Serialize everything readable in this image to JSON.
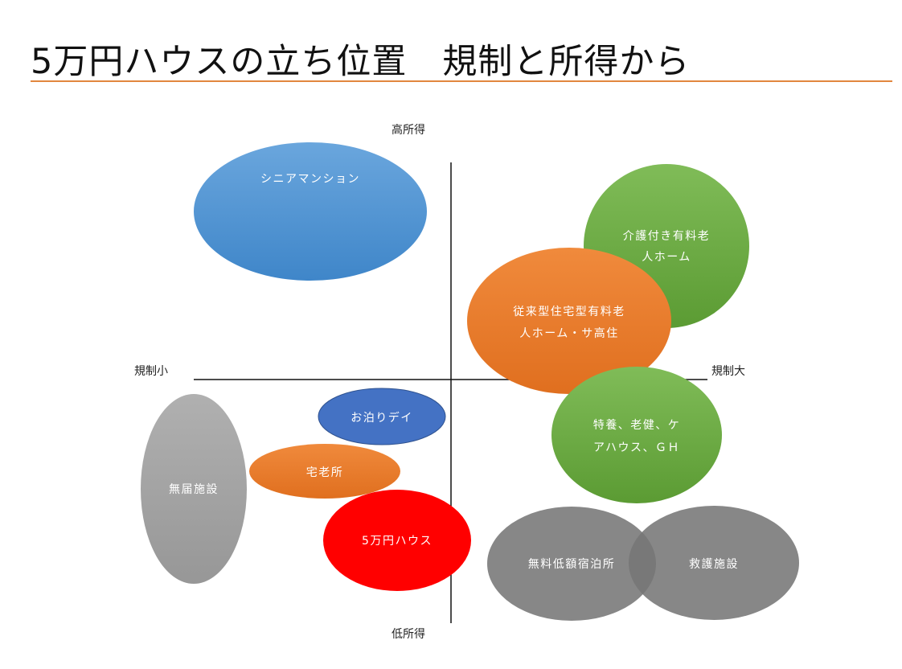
{
  "title": "5万円ハウスの立ち位置　規制と所得から",
  "axes": {
    "top": "高所得",
    "bottom": "低所得",
    "left": "規制小",
    "right": "規制大"
  },
  "bubbles": [
    {
      "id": "senior-mansion",
      "lines": [
        "シニアマンション"
      ],
      "color": "#5b9bd5"
    },
    {
      "id": "kaigo-yuryo",
      "lines": [
        "介護付き有料老",
        "人ホーム"
      ],
      "color": "#70ad47"
    },
    {
      "id": "juraigata",
      "lines": [
        "従来型住宅型有料老",
        "人ホーム・サ高住"
      ],
      "color": "#ed7d31"
    },
    {
      "id": "tokuyo",
      "lines": [
        "特養、老健、ケ",
        "アハウス、ＧＨ"
      ],
      "color": "#70ad47"
    },
    {
      "id": "otomari-day",
      "lines": [
        "お泊りデイ"
      ],
      "color": "#4472c4"
    },
    {
      "id": "takurosho",
      "lines": [
        "宅老所"
      ],
      "color": "#ed7d31"
    },
    {
      "id": "mutodoke",
      "lines": [
        "無届施設"
      ],
      "color": "#a5a5a5"
    },
    {
      "id": "goman-house",
      "lines": [
        "5万円ハウス"
      ],
      "color": "#ff0000"
    },
    {
      "id": "muryo-teigaku",
      "lines": [
        "無料低額宿泊所"
      ],
      "color": "#767676"
    },
    {
      "id": "kyugo",
      "lines": [
        "救護施設"
      ],
      "color": "#767676"
    }
  ]
}
